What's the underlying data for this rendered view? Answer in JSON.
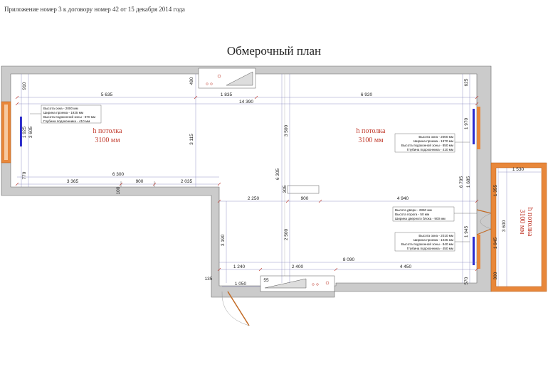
{
  "header": {
    "appendix": "Приложение номер 3 к договору номер 42 от 15 декабря 2014 года",
    "title": "Обмерочный план"
  },
  "dimensions": {
    "d910": "910",
    "d490": "490",
    "d625": "625",
    "d5635": "5 635",
    "d1835": "1 835",
    "d6920": "6 920",
    "d14390": "14 390",
    "d1925": "1 925",
    "d3605": "3 605",
    "d3115": "3 115",
    "d3500": "3 500",
    "d1970": "1 970",
    "d770": "770",
    "d6300": "6 300",
    "d3365": "3 365",
    "d900a": "900",
    "d2035": "2 035",
    "d100": "100",
    "d6305": "6 305",
    "d305": "305",
    "d1530": "1 530",
    "d6795": "6 795",
    "d1685": "1 685",
    "d1355": "1 355",
    "d2250": "2 250",
    "d900b": "900",
    "d4940": "4 940",
    "d3600": "3 600",
    "d3190": "3 190",
    "d2500": "2 500",
    "d1945a": "1 945",
    "d1945b": "1 945",
    "d8090": "8 090",
    "d1240": "1 240",
    "d2400": "2 400",
    "d4450": "4 450",
    "d135": "135",
    "d1050": "1 050",
    "d55": "55",
    "d570": "570",
    "d300": "300"
  },
  "ceiling": {
    "label": "h  потолка",
    "value": "3100  мм"
  },
  "notes": {
    "window_left": [
      "Высота окна  - 2000 мм",
      "Ширина проема  - 1925 мм",
      "Высота подоконной зоны - 870 мм",
      "Глубина подоконника - 410 мм"
    ],
    "window_right_top": [
      "Высота окна  - 2000 мм",
      "Ширина проема  - 1970 мм",
      "Высота подоконной зоны - 850 мм",
      "Глубина подоконника - 410 мм"
    ],
    "door": [
      "Высота двери  - 2850 мм",
      "Высота порога - 50 мм",
      "Ширина дверного блока - 900 мм"
    ],
    "window_right_bottom": [
      "Высота окна  - 2010 мм",
      "Ширина проема  - 1045 мм",
      "Высота подоконной зоны - 840 мм",
      "Глубина подоконника - 450 мм"
    ]
  },
  "colors": {
    "wall": "#c9c9c9",
    "balcony": "#e8873a",
    "window": "#2a2ad0",
    "dimension": "#6a6ab0",
    "ceiling_text": "#c0392b"
  }
}
